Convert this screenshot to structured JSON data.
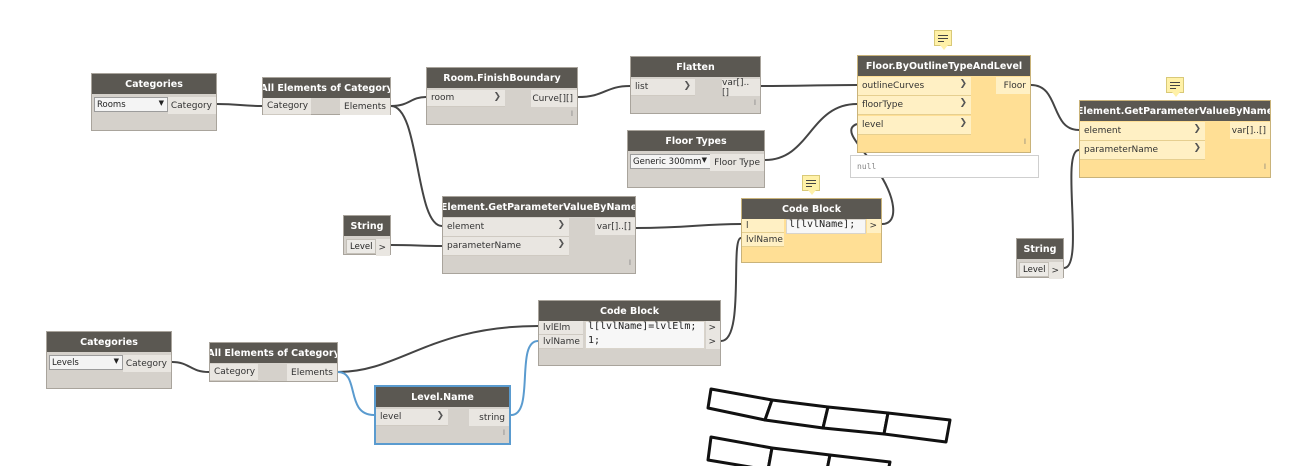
{
  "nodes": {
    "categories1": {
      "title": "Categories",
      "dropdown": "Rooms",
      "output": "Category"
    },
    "allElements1": {
      "title": "All Elements of Category",
      "input": "Category",
      "output": "Elements"
    },
    "roomBoundary": {
      "title": "Room.FinishBoundary",
      "input": "room",
      "output": "Curve[][]"
    },
    "flatten": {
      "title": "Flatten",
      "input": "list",
      "output": "var[]..[]"
    },
    "floorByOutline": {
      "title": "Floor.ByOutlineTypeAndLevel",
      "inputs": [
        "outlineCurves",
        "floorType",
        "level"
      ],
      "output": "Floor",
      "preview": "null"
    },
    "floorTypes": {
      "title": "Floor Types",
      "dropdown": "Generic 300mm",
      "output": "Floor Type"
    },
    "getParam2": {
      "title": "Element.GetParameterValueByName",
      "inputs": [
        "element",
        "parameterName"
      ],
      "output": "var[]..[]"
    },
    "getParam1": {
      "title": "Element.GetParameterValueByName",
      "inputs": [
        "element",
        "parameterName"
      ],
      "output": "var[]..[]"
    },
    "string1": {
      "title": "String",
      "value": "Level",
      "output": ">"
    },
    "string2": {
      "title": "String",
      "value": "Level",
      "output": ">"
    },
    "codeBlock1": {
      "title": "Code Block",
      "inputs": [
        "l",
        "lvlName"
      ],
      "code": "l[lvlName];",
      "output": ">"
    },
    "codeBlock2": {
      "title": "Code Block",
      "inputs": [
        "lvlElm",
        "lvlName"
      ],
      "code_line1": "l[lvlName]=lvlElm;",
      "code_line2": "1;",
      "outputs": [
        ">",
        ">"
      ]
    },
    "categories2": {
      "title": "Categories",
      "dropdown": "Levels",
      "output": "Category"
    },
    "allElements2": {
      "title": "All Elements of Category",
      "input": "Category",
      "output": "Elements"
    },
    "levelName": {
      "title": "Level.Name",
      "input": "level",
      "output": "string"
    }
  },
  "lacing": "l",
  "icons": {
    "caret": "▼",
    "arrow": "❯",
    "note": "note-icon"
  },
  "colors": {
    "header": "#5b5852",
    "node": "#d5d1cb",
    "code_node": "#ffdf95",
    "wire": "#444444",
    "selected_wire": "#5a9bcf"
  }
}
